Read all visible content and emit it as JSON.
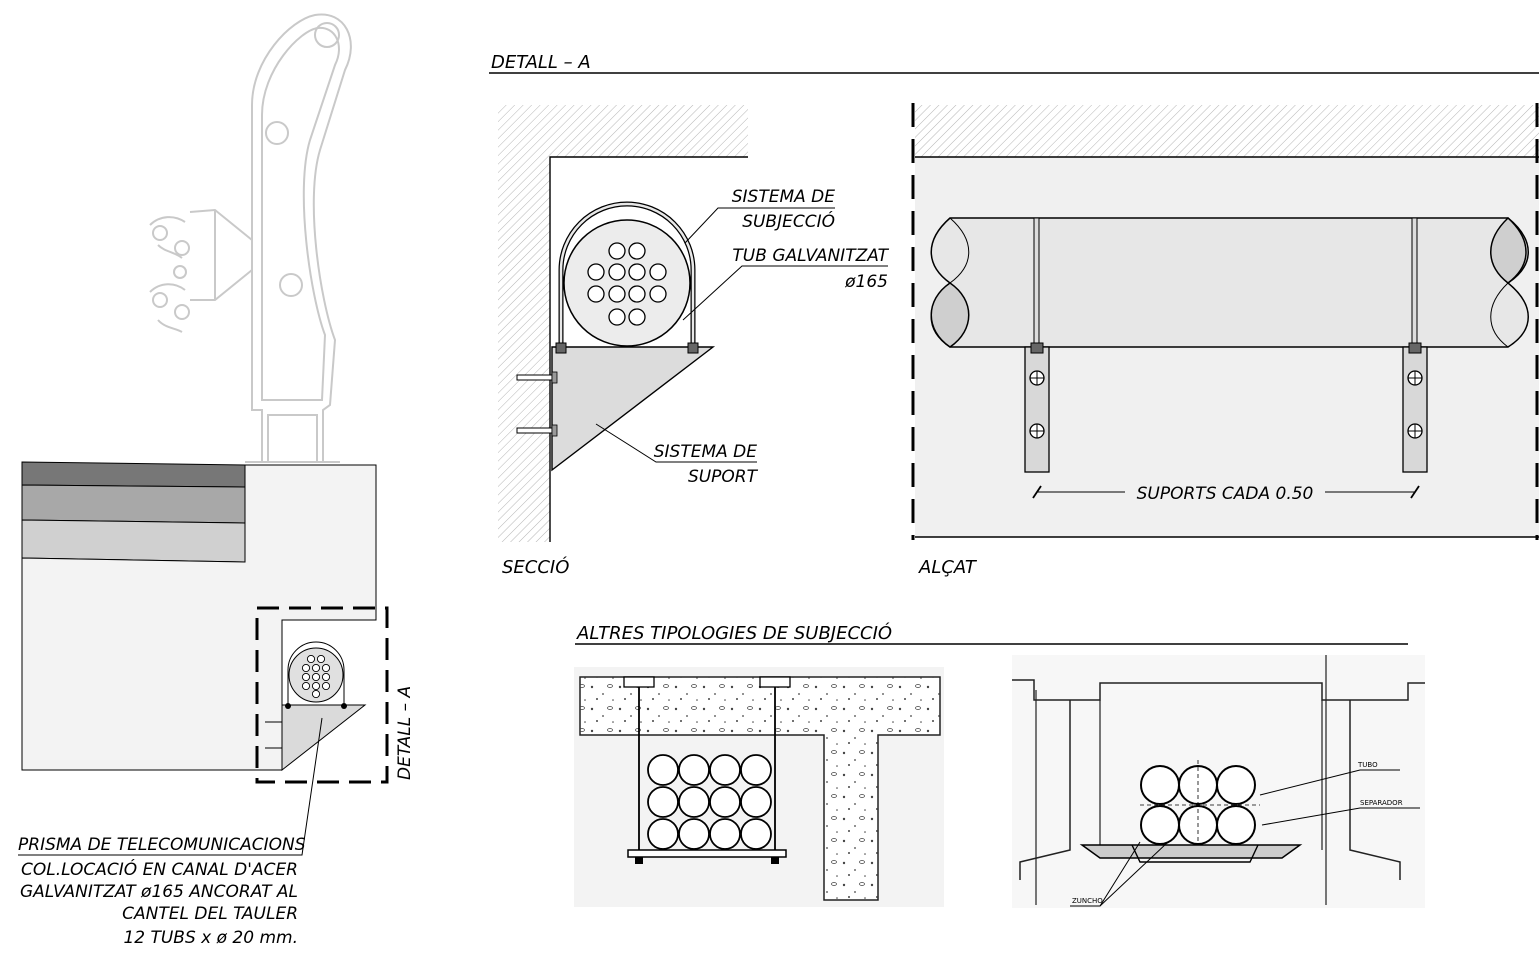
{
  "title_detail": "DETALL – A",
  "section": {
    "label": "SECCIÓ",
    "support_system_line1": "SISTEMA DE",
    "support_system_line2": "SUBJECCIÓ",
    "tube_line1": "TUB GALVANITZAT",
    "tube_line2": "ø165",
    "bracket_line1": "SISTEMA DE",
    "bracket_line2": "SUPORT"
  },
  "elevation": {
    "label": "ALÇAT",
    "spacing": "SUPORTS CADA 0.50"
  },
  "alternatives": {
    "title": "ALTRES TIPOLOGIES DE SUBJECCIÓ",
    "tubo": "TUBO",
    "separador": "SEPARADOR",
    "zuncho": "ZUNCHO"
  },
  "overview": {
    "detail_tag": "DETALL – A",
    "note_line1": "PRISMA DE TELECOMUNICACIONS",
    "note_line2": "COL.LOCACIÓ EN CANAL D'ACER",
    "note_line3": "GALVANITZAT ø165 ANCORAT AL",
    "note_line4": "CANTEL DEL TAULER",
    "note_line5": "12 TUBS x ø 20 mm."
  }
}
